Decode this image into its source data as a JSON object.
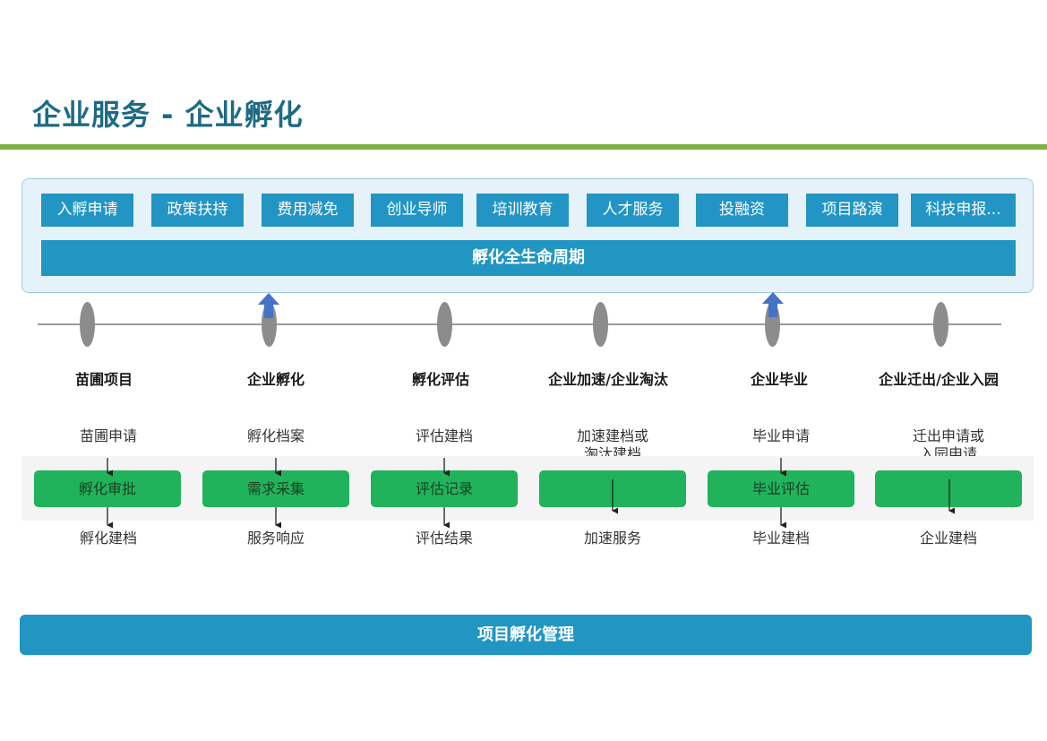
{
  "header": {
    "title": "企业服务 - 企业孵化"
  },
  "services": {
    "items": [
      "入孵申请",
      "政策扶持",
      "费用减免",
      "创业导师",
      "培训教育",
      "人才服务",
      "投融资",
      "项目路演",
      "科技申报..."
    ],
    "lifecycle_label": "孵化全生命周期"
  },
  "stages": [
    {
      "title": "苗圃项目",
      "top": "苗圃申请",
      "box": "孵化审批",
      "bottom": "孵化建档"
    },
    {
      "title": "企业孵化",
      "top": "孵化档案",
      "box": "需求采集",
      "bottom": "服务响应"
    },
    {
      "title": "孵化评估",
      "top": "评估建档",
      "box": "评估记录",
      "bottom": "评估结果"
    },
    {
      "title": "企业加速/企业淘汰",
      "top": "加速建档或",
      "top2": "淘汰建档",
      "box": "",
      "bottom": "加速服务"
    },
    {
      "title": "企业毕业",
      "top": "毕业申请",
      "box": "毕业评估",
      "bottom": "毕业建档"
    },
    {
      "title": "企业迁出/企业入园",
      "top": "迁出申请或",
      "top2": "入园申请",
      "box": "",
      "bottom": "企业建档"
    }
  ],
  "footer": {
    "management_label": "项目孵化管理"
  },
  "colors": {
    "title": "#1d6a84",
    "rule": "#7cb342",
    "service_blue": "#2295c4",
    "process_green": "#21b35b",
    "node_gray": "#8c8c8c",
    "arrow_blue": "#4472c4"
  }
}
